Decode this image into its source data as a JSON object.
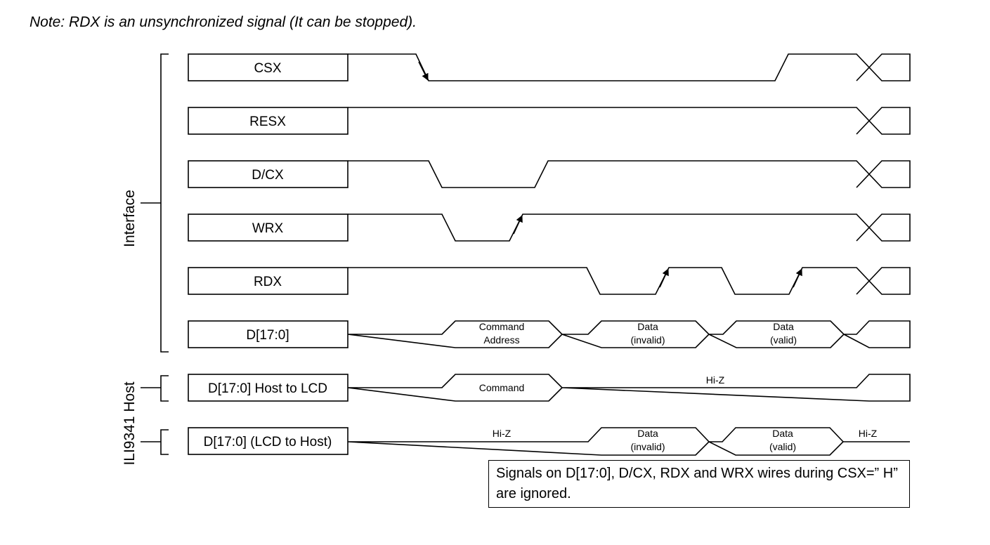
{
  "note": "Note: RDX is an unsynchronized signal (It can be stopped).",
  "groups": {
    "interface": "Interface",
    "host": "Host",
    "ili9341": "ILI9341"
  },
  "signals": [
    {
      "name": "CSX"
    },
    {
      "name": "RESX"
    },
    {
      "name": "D/CX"
    },
    {
      "name": "WRX"
    },
    {
      "name": "RDX"
    },
    {
      "name": "D[17:0]"
    },
    {
      "name": "D[17:0] Host to LCD"
    },
    {
      "name": "D[17:0] (LCD to Host)"
    }
  ],
  "bus_labels": {
    "cmd_line1": "Command",
    "cmd_line2": "Address",
    "data_invalid_line1": "Data",
    "data_invalid_line2": "(invalid)",
    "data_valid_line1": "Data",
    "data_valid_line2": "(valid)",
    "host_command": "Command",
    "host_hiz": "Hi-Z",
    "lcd_hiz_left": "Hi-Z",
    "lcd_data_invalid_line1": "Data",
    "lcd_data_invalid_line2": "(invalid)",
    "lcd_data_valid_line1": "Data",
    "lcd_data_valid_line2": "(valid)",
    "lcd_hiz_right": "Hi-Z"
  },
  "callout": "Signals on D[17:0], D/CX, RDX and WRX wires during CSX=” H” are ignored."
}
